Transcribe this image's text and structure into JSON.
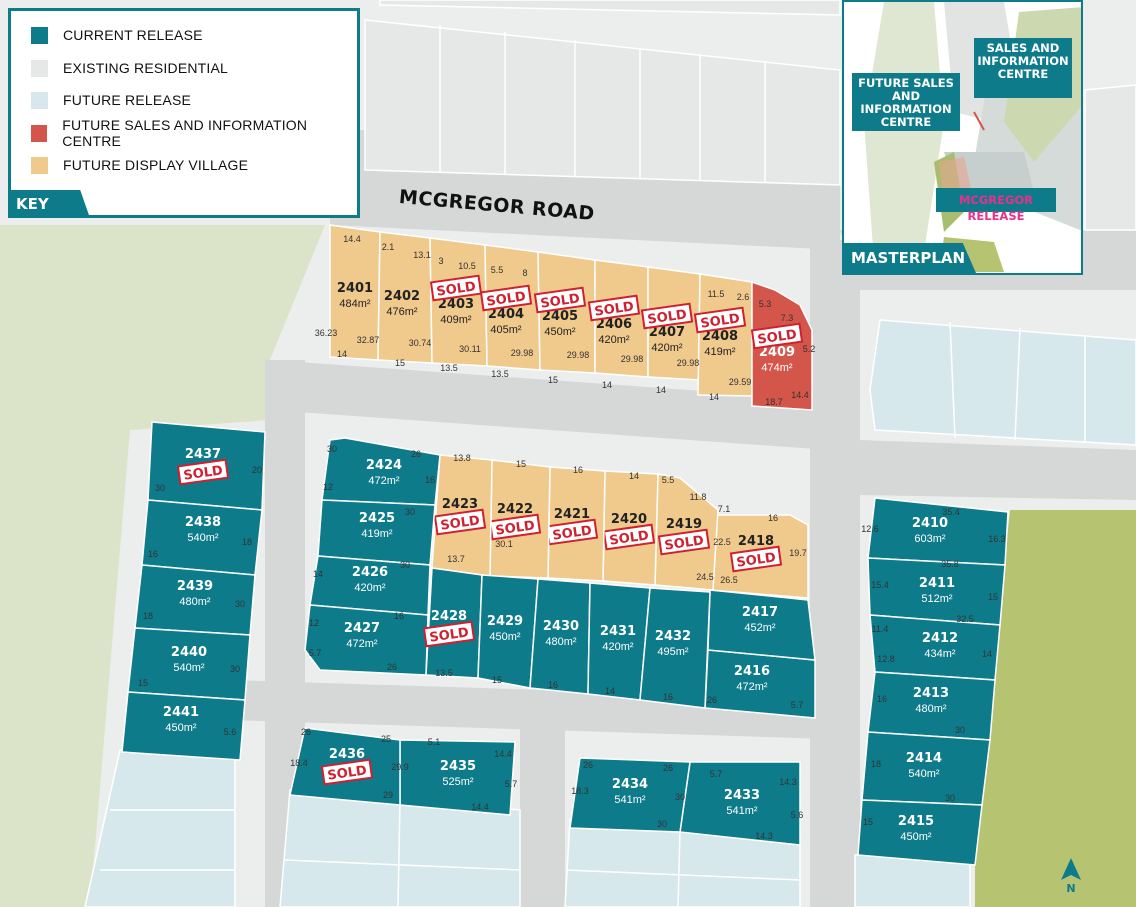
{
  "key": {
    "title": "KEY",
    "items": [
      {
        "label": "CURRENT RELEASE",
        "color": "#0e7b8b"
      },
      {
        "label": "EXISTING RESIDENTIAL",
        "color": "#e6e7e7"
      },
      {
        "label": "FUTURE RELEASE",
        "color": "#d6e8ec"
      },
      {
        "label": "FUTURE SALES AND INFORMATION CENTRE",
        "color": "#d4564a"
      },
      {
        "label": "FUTURE DISPLAY VILLAGE",
        "color": "#f0c98c"
      }
    ]
  },
  "road_name": "MCGREGOR ROAD",
  "sold_label": "SOLD",
  "masterplan": {
    "title": "MASTERPLAN",
    "callout_future": "FUTURE SALES AND INFORMATION CENTRE",
    "callout_sales": "SALES AND INFORMATION CENTRE",
    "callout_release": "MCGREGOR RELEASE"
  },
  "north_label": "N",
  "lots": [
    {
      "id": "2401",
      "area": "484m²",
      "status": "display",
      "sold": false
    },
    {
      "id": "2402",
      "area": "476m²",
      "status": "display",
      "sold": false
    },
    {
      "id": "2403",
      "area": "409m²",
      "status": "display",
      "sold": true
    },
    {
      "id": "2404",
      "area": "405m²",
      "status": "display",
      "sold": true
    },
    {
      "id": "2405",
      "area": "450m²",
      "status": "display",
      "sold": true
    },
    {
      "id": "2406",
      "area": "420m²",
      "status": "display",
      "sold": true
    },
    {
      "id": "2407",
      "area": "420m²",
      "status": "display",
      "sold": true
    },
    {
      "id": "2408",
      "area": "419m²",
      "status": "display",
      "sold": true
    },
    {
      "id": "2409",
      "area": "474m²",
      "status": "sales",
      "sold": true
    },
    {
      "id": "2410",
      "area": "603m²",
      "status": "current",
      "sold": false
    },
    {
      "id": "2411",
      "area": "512m²",
      "status": "current",
      "sold": false
    },
    {
      "id": "2412",
      "area": "434m²",
      "status": "current",
      "sold": false
    },
    {
      "id": "2413",
      "area": "480m²",
      "status": "current",
      "sold": false
    },
    {
      "id": "2414",
      "area": "540m²",
      "status": "current",
      "sold": false
    },
    {
      "id": "2415",
      "area": "450m²",
      "status": "current",
      "sold": false
    },
    {
      "id": "2416",
      "area": "472m²",
      "status": "current",
      "sold": false
    },
    {
      "id": "2417",
      "area": "452m²",
      "status": "current",
      "sold": false
    },
    {
      "id": "2418",
      "area": "",
      "status": "display",
      "sold": true
    },
    {
      "id": "2419",
      "area": "",
      "status": "display",
      "sold": true
    },
    {
      "id": "2420",
      "area": "",
      "status": "display",
      "sold": true
    },
    {
      "id": "2421",
      "area": "",
      "status": "display",
      "sold": true
    },
    {
      "id": "2422",
      "area": "",
      "status": "display",
      "sold": true
    },
    {
      "id": "2423",
      "area": "",
      "status": "display",
      "sold": true
    },
    {
      "id": "2424",
      "area": "472m²",
      "status": "current",
      "sold": false
    },
    {
      "id": "2425",
      "area": "419m²",
      "status": "current",
      "sold": false
    },
    {
      "id": "2426",
      "area": "420m²",
      "status": "current",
      "sold": false
    },
    {
      "id": "2427",
      "area": "472m²",
      "status": "current",
      "sold": false
    },
    {
      "id": "2428",
      "area": "",
      "status": "current",
      "sold": true
    },
    {
      "id": "2429",
      "area": "450m²",
      "status": "current",
      "sold": false
    },
    {
      "id": "2430",
      "area": "480m²",
      "status": "current",
      "sold": false
    },
    {
      "id": "2431",
      "area": "420m²",
      "status": "current",
      "sold": false
    },
    {
      "id": "2432",
      "area": "495m²",
      "status": "current",
      "sold": false
    },
    {
      "id": "2433",
      "area": "541m²",
      "status": "current",
      "sold": false
    },
    {
      "id": "2434",
      "area": "541m²",
      "status": "current",
      "sold": false
    },
    {
      "id": "2435",
      "area": "525m²",
      "status": "current",
      "sold": false
    },
    {
      "id": "2436",
      "area": "",
      "status": "current",
      "sold": true
    },
    {
      "id": "2437",
      "area": "",
      "status": "current",
      "sold": true
    },
    {
      "id": "2438",
      "area": "540m²",
      "status": "current",
      "sold": false
    },
    {
      "id": "2439",
      "area": "480m²",
      "status": "current",
      "sold": false
    },
    {
      "id": "2440",
      "area": "540m²",
      "status": "current",
      "sold": false
    },
    {
      "id": "2441",
      "area": "450m²",
      "status": "current",
      "sold": false
    }
  ],
  "dimensions": [
    "14.4",
    "2.1",
    "13.1",
    "3",
    "10.5",
    "5.5",
    "8",
    "11.5",
    "2.6",
    "5.3",
    "7.3",
    "5.2",
    "14.4",
    "18.7",
    "36.23",
    "32.87",
    "30.74",
    "30.11",
    "29.98",
    "29.98",
    "29.98",
    "29.98",
    "29.59",
    "14",
    "15",
    "13.5",
    "13.5",
    "15",
    "14",
    "14",
    "14",
    "26",
    "30",
    "16",
    "12",
    "14",
    "30",
    "12",
    "5.7",
    "26",
    "13.5",
    "15",
    "16",
    "14",
    "16",
    "26",
    "5.7",
    "13.8",
    "15",
    "16",
    "14",
    "5.5",
    "11.8",
    "7.1",
    "16",
    "19.7",
    "26.5",
    "24.5",
    "22.5",
    "30.1",
    "13.7",
    "35.4",
    "16.3",
    "35.8",
    "32.5",
    "15",
    "14",
    "30",
    "30",
    "12.6",
    "15.4",
    "11.4",
    "12.8",
    "16",
    "18",
    "15",
    "20",
    "30",
    "18",
    "16",
    "30",
    "18",
    "30",
    "15",
    "5.6",
    "26",
    "25",
    "5.1",
    "14.4",
    "18.4",
    "29.9",
    "29",
    "14.4",
    "5.7",
    "26",
    "26",
    "5.7",
    "14.3",
    "18.3",
    "30",
    "30",
    "14.3",
    "5.6",
    "30",
    "16"
  ]
}
